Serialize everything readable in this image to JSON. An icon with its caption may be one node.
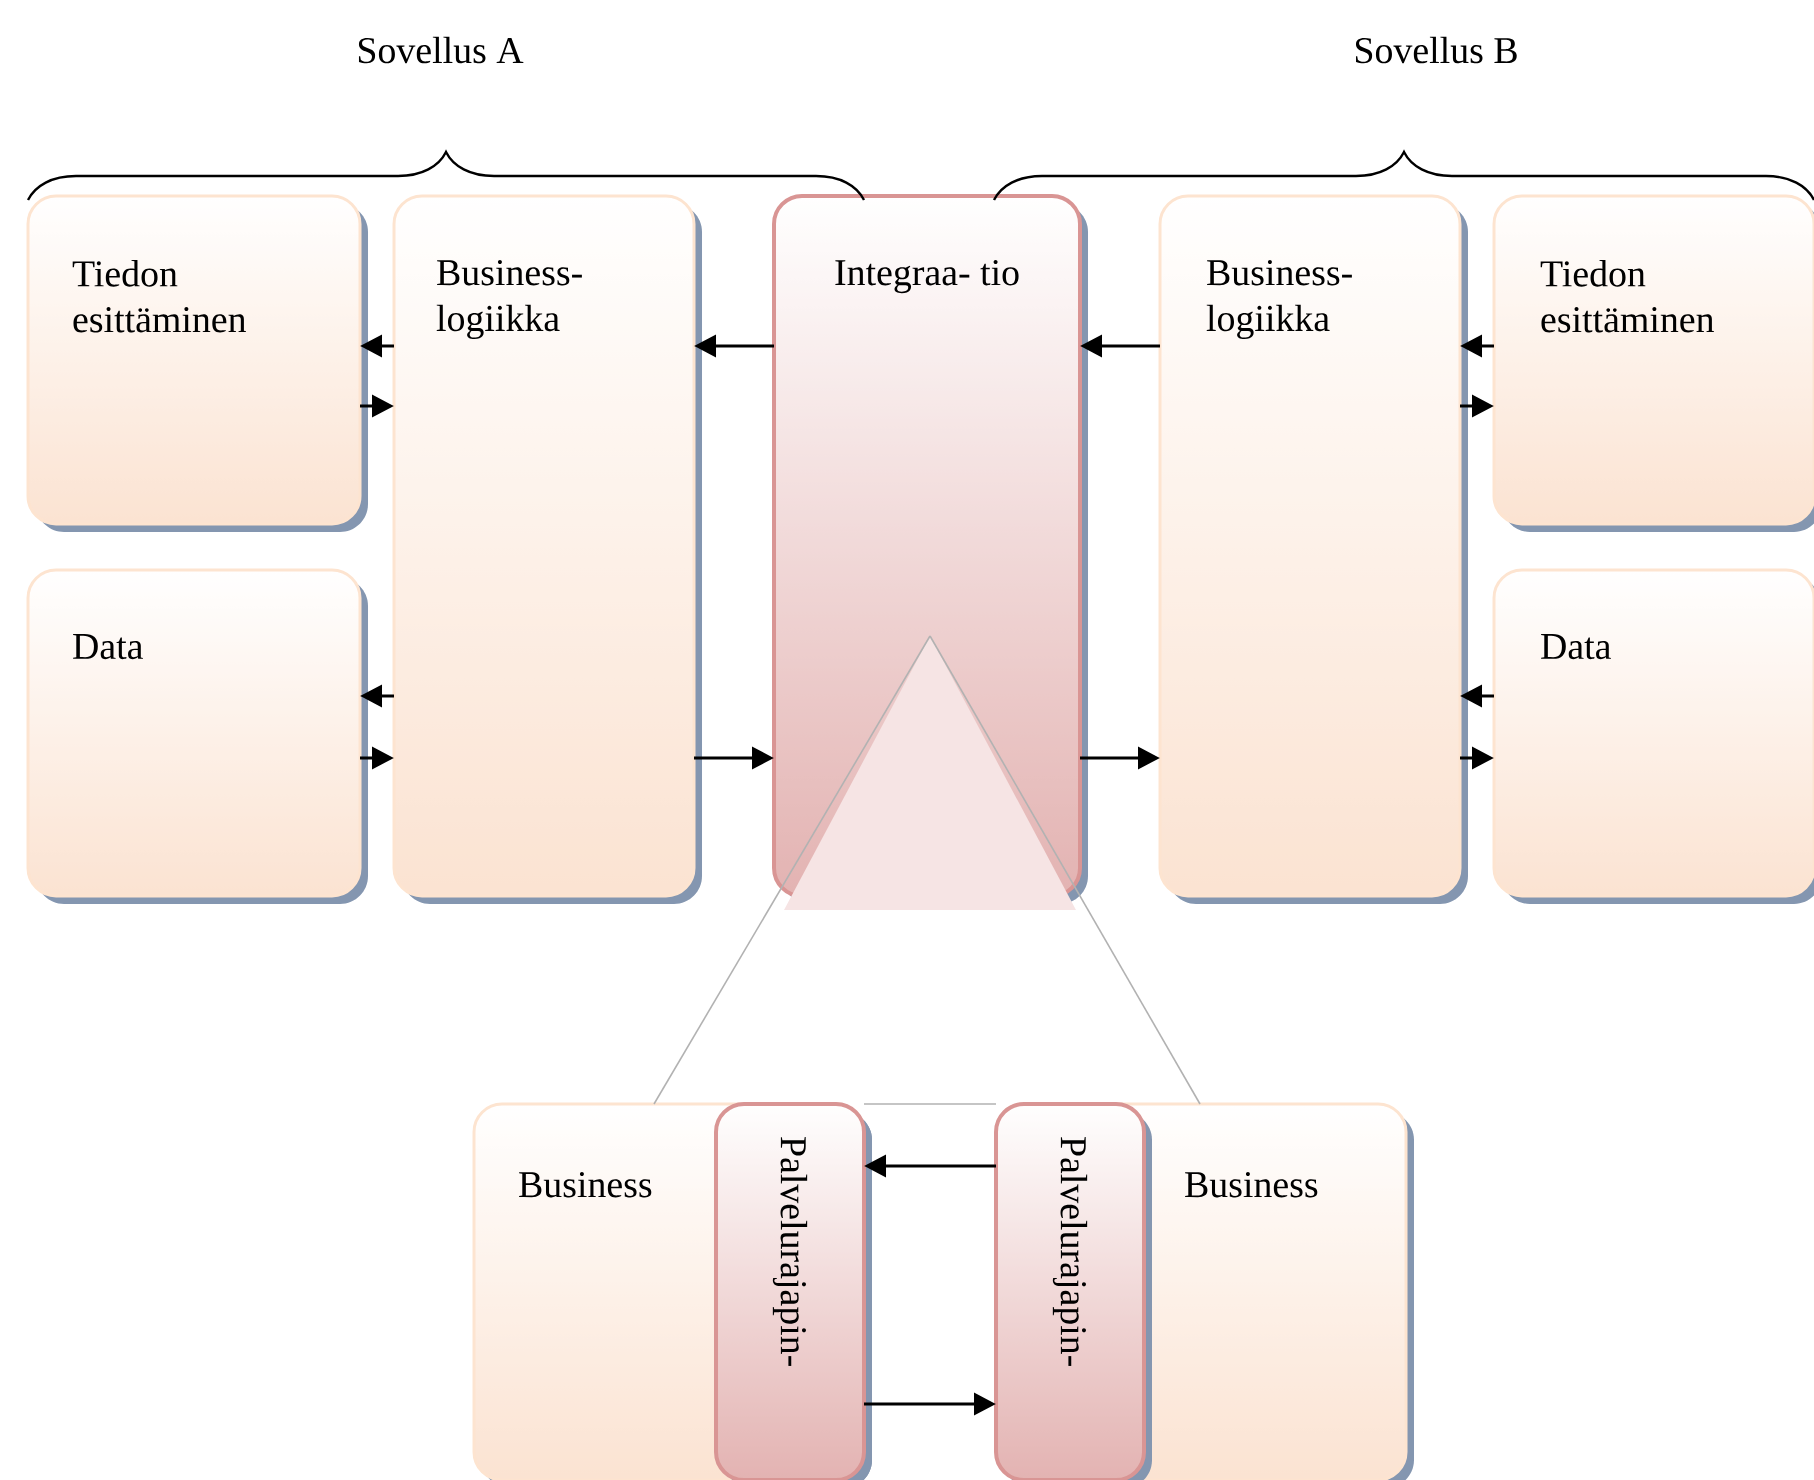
{
  "diagram": {
    "nodes": [
      {
        "text": [
          "Tiedon esittäminen"
        ]
      },
      {
        "text": [
          "Data"
        ]
      },
      {
        "text": [
          "Business- logiikka"
        ]
      },
      {
        "text": [
          "Integraa- tio"
        ]
      },
      {
        "text": [
          "Business- logiikka"
        ]
      },
      {
        "text": [
          "Tiedon esittäminen"
        ]
      },
      {
        "text": [
          "Data"
        ]
      },
      {
        "text": [
          "Business"
        ]
      },
      {
        "text": [
          "Palvelurajapin-"
        ],
        "in": 7
      },
      {
        "text": [
          "Business"
        ]
      },
      {
        "text": [
          "Palvelurajapin-"
        ],
        "in": 9
      }
    ],
    "edges": [
      {
        "from": 2,
        "to": 0,
        "arrow": "to"
      },
      {
        "from": 0,
        "to": 2,
        "arrow": "to"
      },
      {
        "from": 2,
        "to": 1,
        "arrow": "to"
      },
      {
        "from": 1,
        "to": 2,
        "arrow": "to"
      },
      {
        "from": 3,
        "to": 2,
        "arrow": "to"
      },
      {
        "from": 2,
        "to": 3,
        "arrow": "to"
      },
      {
        "from": 4,
        "to": 3,
        "arrow": "to"
      },
      {
        "from": 3,
        "to": 4,
        "arrow": "to"
      },
      {
        "from": 5,
        "to": 4,
        "arrow": "to"
      },
      {
        "from": 4,
        "to": 5,
        "arrow": "to"
      },
      {
        "from": 6,
        "to": 4,
        "arrow": "to"
      },
      {
        "from": 4,
        "to": 6,
        "arrow": "to"
      },
      {
        "from": 10,
        "to": 8,
        "arrow": "to"
      },
      {
        "from": 8,
        "to": 10,
        "arrow": "to"
      }
    ],
    "labels": [
      "Sovellus A",
      "Sovellus B"
    ]
  }
}
